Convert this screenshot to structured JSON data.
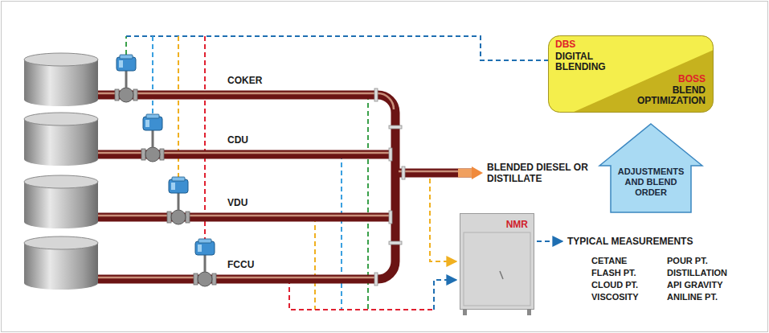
{
  "diagram": {
    "nodes": [
      {
        "text": [
          "DBS",
          "DIGITAL BLENDING",
          "BOSS",
          "BLEND OPTIMIZATION"
        ]
      },
      {
        "text": [
          "ADJUSTMENTS AND BLEND ORDER"
        ]
      },
      {
        "text": [
          "NMR"
        ]
      }
    ],
    "labels": [
      "COKER",
      "CDU",
      "VDU",
      "FCCU",
      "BLENDED DIESEL OR DISTILLATE",
      "TYPICAL MEASUREMENTS",
      "CETANE",
      "POUR PT.",
      "FLASH PT.",
      "DISTILLATION",
      "CLOUD PT.",
      "API GRAVITY",
      "VISCOSITY",
      "ANILINE PT."
    ]
  }
}
